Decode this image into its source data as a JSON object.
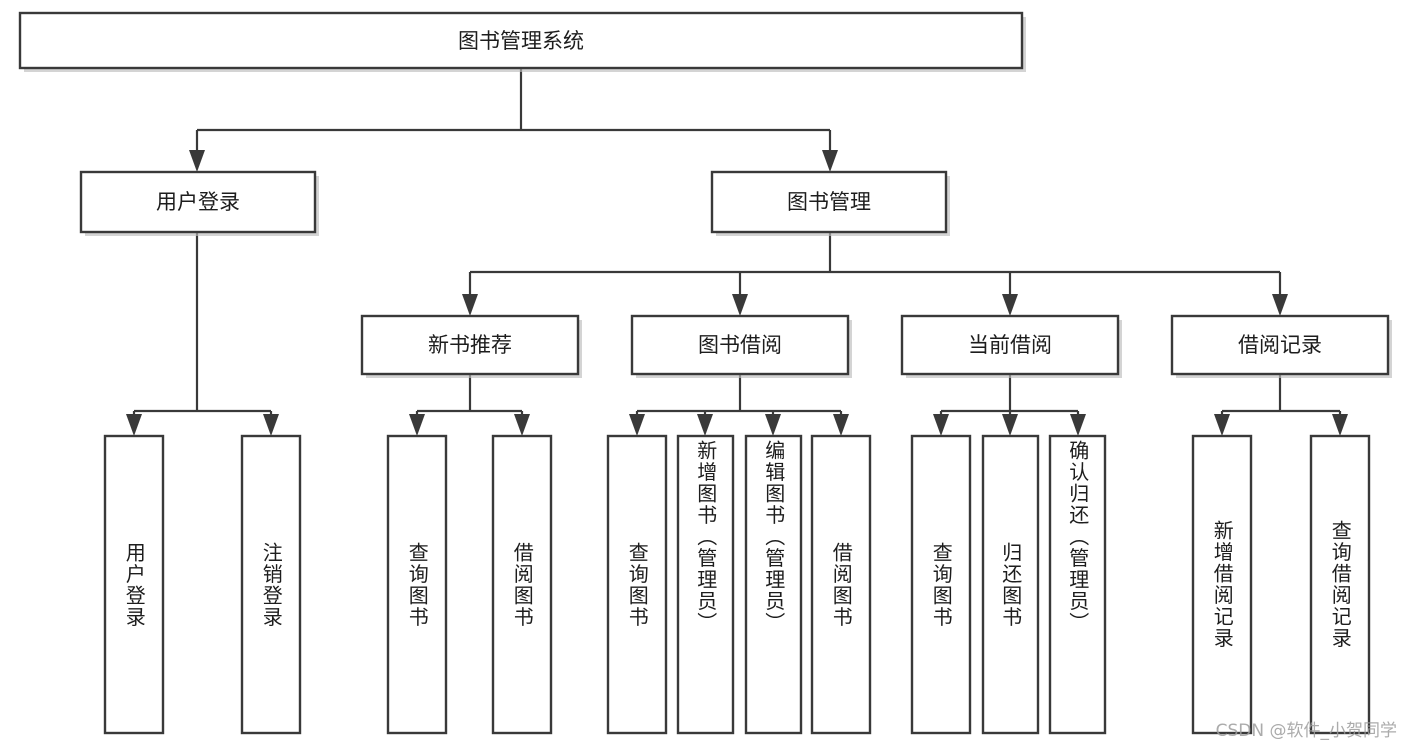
{
  "diagram": {
    "title": "图书管理系统",
    "type": "tree",
    "background_color": "#ffffff",
    "line_color": "#393939",
    "box_fill": "#ffffff",
    "text_color": "#1d1d1d"
  },
  "nodes": {
    "root": {
      "label": "图书管理系统",
      "level": 0
    },
    "l1": [
      {
        "id": "user-login",
        "label": "用户登录",
        "level": 1
      },
      {
        "id": "book-manage",
        "label": "图书管理",
        "level": 1
      }
    ],
    "l2": [
      {
        "id": "new-book-rec",
        "label": "新书推荐",
        "level": 2,
        "parent": "book-manage"
      },
      {
        "id": "book-borrow",
        "label": "图书借阅",
        "level": 2,
        "parent": "book-manage"
      },
      {
        "id": "current-borrow",
        "label": "当前借阅",
        "level": 2,
        "parent": "book-manage"
      },
      {
        "id": "borrow-record",
        "label": "借阅记录",
        "level": 2,
        "parent": "book-manage"
      }
    ],
    "leaves": [
      {
        "id": "leaf-user-login",
        "label": "用户登录",
        "parent": "user-login"
      },
      {
        "id": "leaf-user-logout",
        "label": "注销登录",
        "parent": "user-login"
      },
      {
        "id": "leaf-query-book-1",
        "label": "查询图书",
        "parent": "new-book-rec"
      },
      {
        "id": "leaf-borrow-book-1",
        "label": "借阅图书",
        "parent": "new-book-rec"
      },
      {
        "id": "leaf-query-book-2",
        "label": "查询图书",
        "parent": "book-borrow"
      },
      {
        "id": "leaf-add-book",
        "label": "新增图书（管理员）",
        "parent": "book-borrow"
      },
      {
        "id": "leaf-edit-book",
        "label": "编辑图书（管理员）",
        "parent": "book-borrow"
      },
      {
        "id": "leaf-borrow-book-2",
        "label": "借阅图书",
        "parent": "book-borrow"
      },
      {
        "id": "leaf-query-book-3",
        "label": "查询图书",
        "parent": "current-borrow"
      },
      {
        "id": "leaf-return-book",
        "label": "归还图书",
        "parent": "current-borrow"
      },
      {
        "id": "leaf-confirm-return",
        "label": "确认归还（管理员）",
        "parent": "current-borrow"
      },
      {
        "id": "leaf-add-record",
        "label": "新增借阅记录",
        "parent": "borrow-record"
      },
      {
        "id": "leaf-query-record",
        "label": "查询借阅记录",
        "parent": "borrow-record"
      }
    ]
  },
  "watermark": {
    "text": "CSDN @软件_小贺同学"
  }
}
